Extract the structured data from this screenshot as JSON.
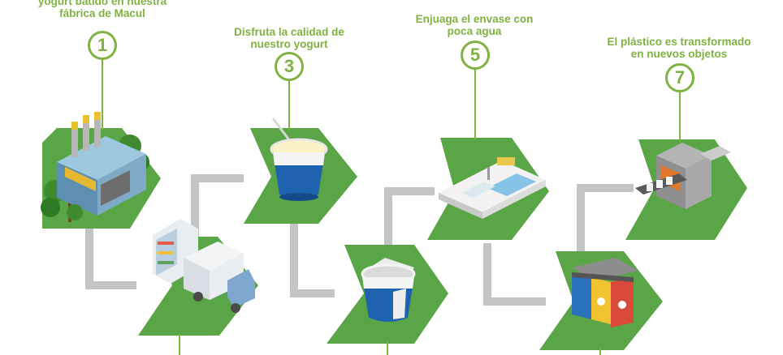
{
  "steps": [
    {
      "number": "1",
      "line1": "yogurt batido en nuestra",
      "line2": "fábrica de Macul"
    },
    {
      "number": "3",
      "line1": "Disfruta la calidad de",
      "line2": "nuestro yogurt"
    },
    {
      "number": "5",
      "line1": "Enjuaga el envase con",
      "line2": "poca agua"
    },
    {
      "number": "7",
      "line1": "El plástico es transformado",
      "line2": "en nuevos objetos"
    }
  ],
  "colors": {
    "accent": "#7fb241",
    "tile": "#5aa646",
    "pipe": "#c4c4c4"
  },
  "icons": [
    "factory-icon",
    "truck-icon",
    "yogurt-cup-icon",
    "empty-cup-icon",
    "sink-icon",
    "recycling-bins-icon",
    "recycling-machine-icon"
  ]
}
